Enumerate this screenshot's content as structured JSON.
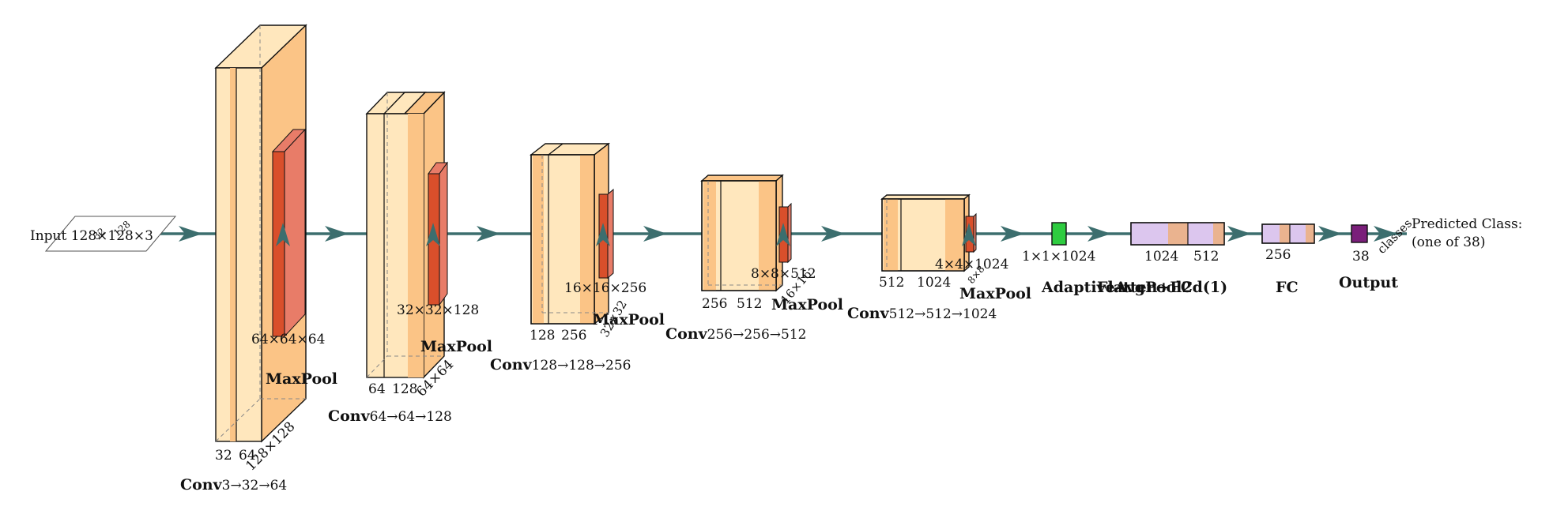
{
  "input": {
    "label": "Input 128×128×3",
    "plane_dims": [
      "32",
      "128"
    ]
  },
  "blocks": [
    {
      "name": "Conv3→32→64",
      "bold": "Conv",
      "rest": "3→32→64",
      "ch1": "32",
      "ch2": "64",
      "size": "128×128",
      "pool_label": "MaxPool",
      "pool_size": "64×64×64"
    },
    {
      "name": "Conv64→64→128",
      "bold": "Conv",
      "rest": "64→64→128",
      "ch1": "64",
      "ch2": "128",
      "size": "64×64",
      "pool_label": "MaxPool",
      "pool_size": "32×32×128"
    },
    {
      "name": "Conv128→128→256",
      "bold": "Conv",
      "rest": "128→128→256",
      "ch1": "128",
      "ch2": "256",
      "size": "32×32",
      "pool_label": "MaxPool",
      "pool_size": "16×16×256"
    },
    {
      "name": "Conv256→256→512",
      "bold": "Conv",
      "rest": "256→256→512",
      "ch1": "256",
      "ch2": "512",
      "size": "16×16",
      "pool_label": "MaxPool",
      "pool_size": "8×8×512"
    },
    {
      "name": "Conv512→512→1024",
      "bold": "Conv",
      "rest": "512→512→1024",
      "ch1": "512",
      "ch2": "1024",
      "size": "8×8",
      "pool_label": "MaxPool",
      "pool_size": "4×4×1024"
    }
  ],
  "adaptive": {
    "label": "AdaptiveAvgPool2d(1)",
    "size": "1×1×1024"
  },
  "flatten_fc": {
    "label": "Flatten+FC",
    "dims": [
      "1024",
      "512"
    ]
  },
  "fc": {
    "label": "FC",
    "dim": "256"
  },
  "output": {
    "label": "Output",
    "dim": "38",
    "side": "classes"
  },
  "prediction": {
    "line1": "Predicted Class:",
    "line2": "(one of 38)"
  },
  "colors": {
    "conv_light": "#ffe7bd",
    "conv_band": "#fbc486",
    "conv_dark": "#f3a95f",
    "pool_front": "#d94f2b",
    "pool_side": "#e87c68",
    "arrow": "#3c6e6e",
    "adaptive": "#2ecc40",
    "fc_light": "#dcc6ee",
    "fc_band": "#eab38f",
    "output": "#7a1f7a"
  }
}
